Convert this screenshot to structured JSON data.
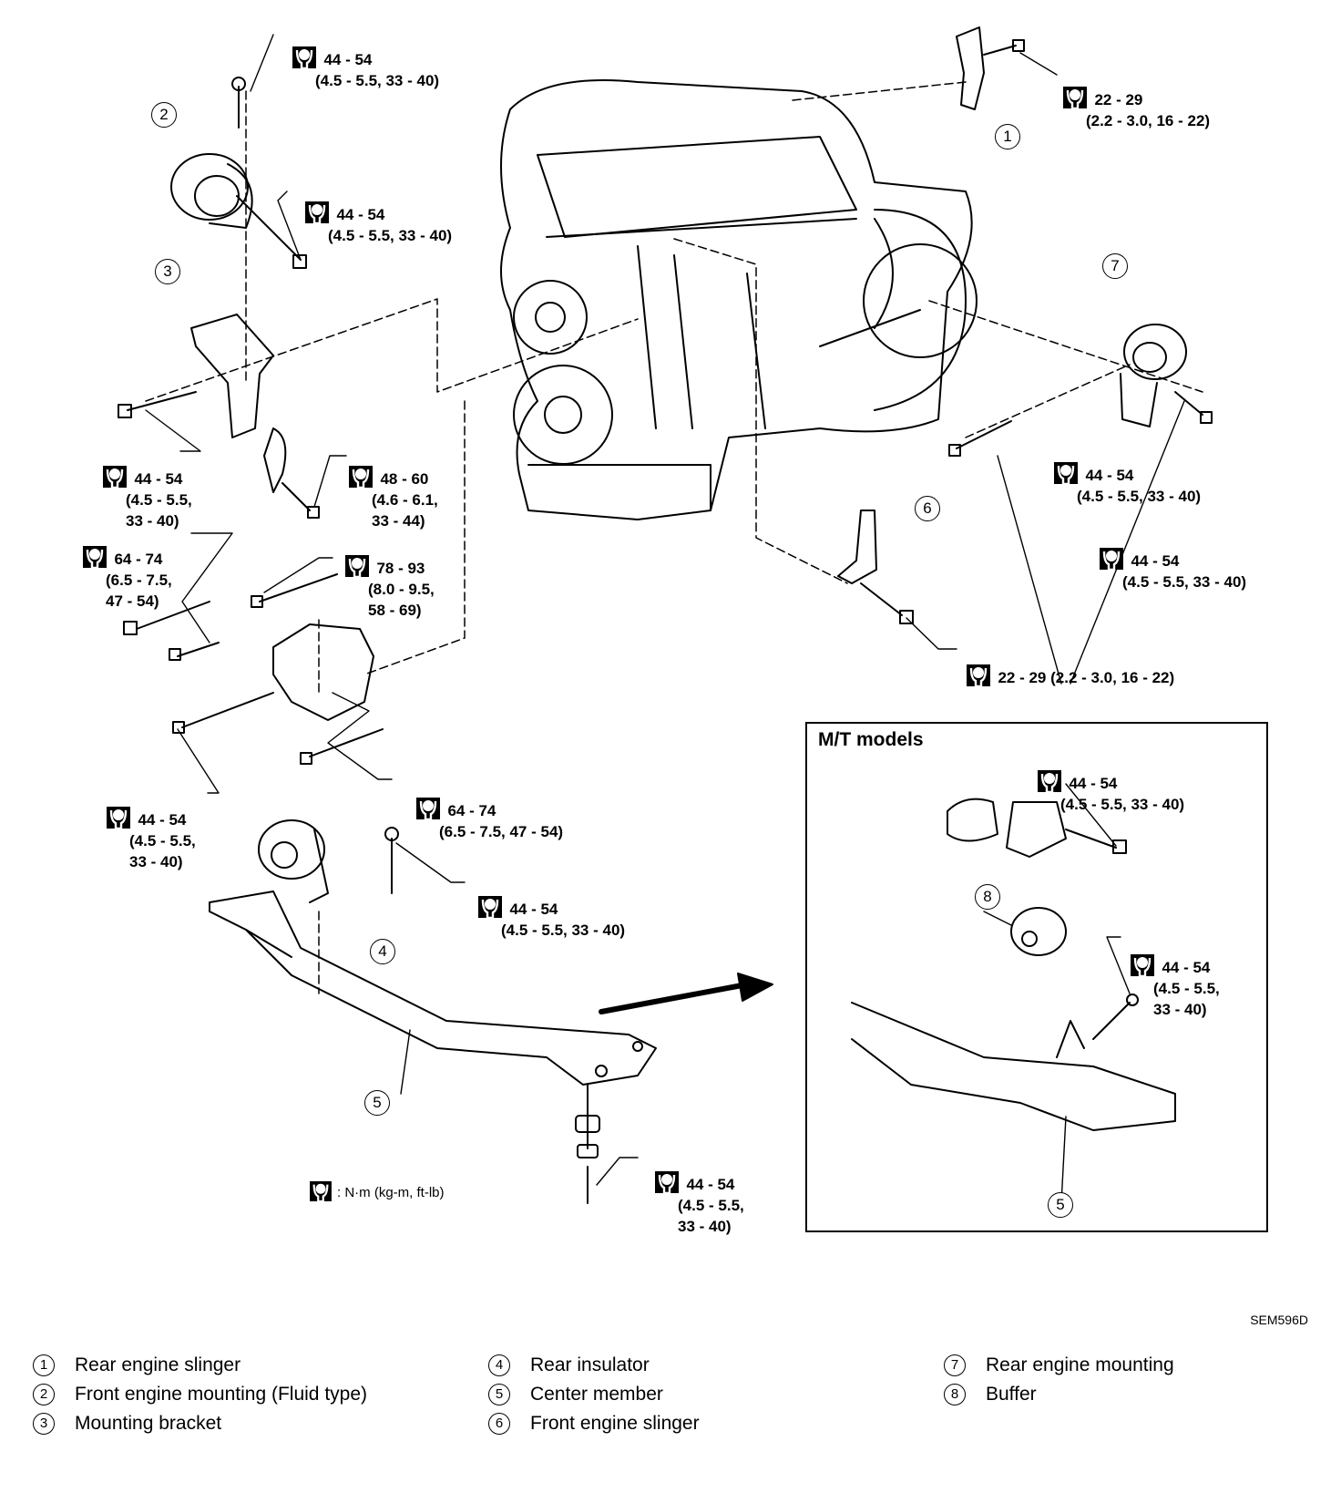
{
  "figure": {
    "code": "SEM596D",
    "key_note": ": N·m (kg-m, ft-lb)",
    "inset_title": "M/T models"
  },
  "torques": [
    {
      "id": "t-front-mount-top",
      "l1": "44 - 54",
      "l2": "(4.5 - 5.5, 33 - 40)",
      "l3": ""
    },
    {
      "id": "t-front-mount-bolt",
      "l1": "44 - 54",
      "l2": "(4.5 - 5.5, 33 - 40)",
      "l3": ""
    },
    {
      "id": "t-rear-slinger",
      "l1": "22 - 29",
      "l2": "(2.2 - 3.0, 16 - 22)",
      "l3": ""
    },
    {
      "id": "t-bracket-left",
      "l1": "44 - 54",
      "l2": "(4.5 - 5.5,",
      "l3": "33 - 40)"
    },
    {
      "id": "t-bracket-small",
      "l1": "48 - 60",
      "l2": "(4.6 - 6.1,",
      "l3": "33 - 44)"
    },
    {
      "id": "t-rear-mount-upper",
      "l1": "44 - 54",
      "l2": "(4.5 - 5.5, 33 - 40)",
      "l3": ""
    },
    {
      "id": "t-rear-mount-lower",
      "l1": "44 - 54",
      "l2": "(4.5 - 5.5, 33 - 40)",
      "l3": ""
    },
    {
      "id": "t-bracket-64",
      "l1": "64 - 74",
      "l2": "(6.5 - 7.5,",
      "l3": "47 - 54)"
    },
    {
      "id": "t-bracket-78",
      "l1": "78 - 93",
      "l2": "(8.0 - 9.5,",
      "l3": "58 - 69)"
    },
    {
      "id": "t-front-slinger",
      "l1": "22 - 29 (2.2 - 3.0, 16 - 22)",
      "l2": "",
      "l3": ""
    },
    {
      "id": "t-insulator-left",
      "l1": "44 - 54",
      "l2": "(4.5 - 5.5,",
      "l3": "33 - 40)"
    },
    {
      "id": "t-insulator-right",
      "l1": "64 - 74",
      "l2": "(6.5 - 7.5, 47 - 54)",
      "l3": ""
    },
    {
      "id": "t-insulator-top",
      "l1": "44 - 54",
      "l2": "(4.5 - 5.5, 33 - 40)",
      "l3": ""
    },
    {
      "id": "t-member-bottom",
      "l1": "44 - 54",
      "l2": "(4.5 - 5.5,",
      "l3": "33 - 40)"
    },
    {
      "id": "t-mt-bracket",
      "l1": "44 - 54",
      "l2": "(4.5 - 5.5, 33 - 40)",
      "l3": ""
    },
    {
      "id": "t-mt-buffer",
      "l1": "44 - 54",
      "l2": "(4.5 - 5.5,",
      "l3": "33 - 40)"
    }
  ],
  "callouts": [
    "1",
    "2",
    "3",
    "4",
    "5",
    "6",
    "7",
    "8",
    "5"
  ],
  "legend": {
    "col1": [
      {
        "num": "1",
        "label": "Rear engine slinger"
      },
      {
        "num": "2",
        "label": "Front engine mounting (Fluid type)"
      },
      {
        "num": "3",
        "label": "Mounting bracket"
      }
    ],
    "col2": [
      {
        "num": "4",
        "label": "Rear insulator"
      },
      {
        "num": "5",
        "label": "Center member"
      },
      {
        "num": "6",
        "label": "Front engine slinger"
      }
    ],
    "col3": [
      {
        "num": "7",
        "label": "Rear engine mounting"
      },
      {
        "num": "8",
        "label": "Buffer"
      }
    ]
  }
}
